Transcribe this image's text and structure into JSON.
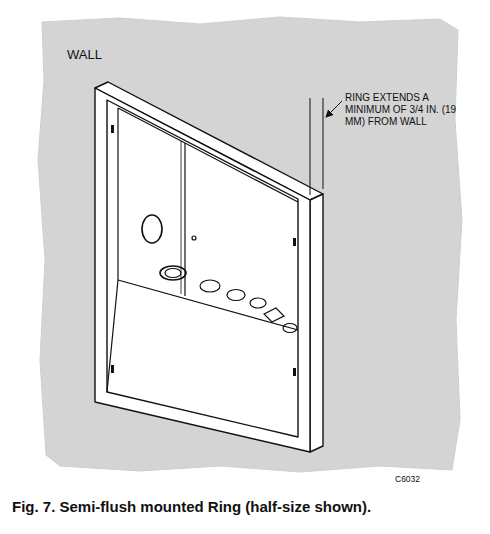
{
  "diagram": {
    "caption": "Fig. 7. Semi-flush mounted Ring (half-size shown).",
    "labels": [
      "WALL",
      "RING EXTENDS A MINIMUM OF 3/4 IN. (19 MM) FROM WALL",
      "C6032"
    ]
  }
}
